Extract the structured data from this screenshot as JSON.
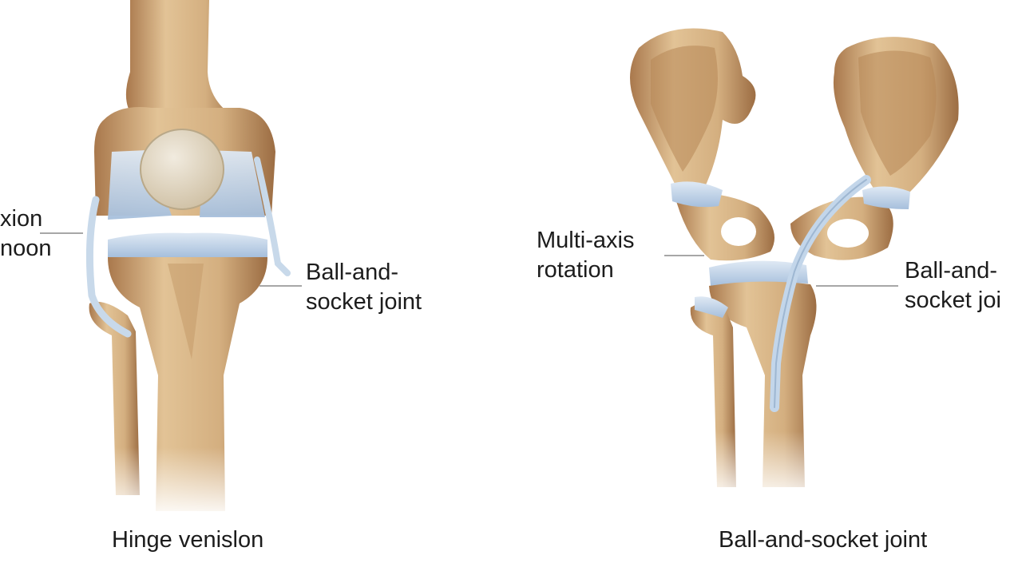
{
  "left_panel": {
    "side_label": {
      "line1": "xion",
      "line2": "noon"
    },
    "joint_label": {
      "line1": "Ball-and-",
      "line2": "socket joint"
    },
    "caption": "Hinge venislon"
  },
  "right_panel": {
    "axis_label": {
      "line1": "Multi-axis",
      "line2": "rotation"
    },
    "joint_label": {
      "line1": "Ball-and-",
      "line2": "socket joi"
    },
    "caption": "Ball-and-socket joint"
  },
  "colors": {
    "bone": "#d7b487",
    "bone_dark": "#a9784c",
    "cartilage": "#b7cde3",
    "ball": "#e6dcc9",
    "leader_line": "#8a8a8a"
  }
}
